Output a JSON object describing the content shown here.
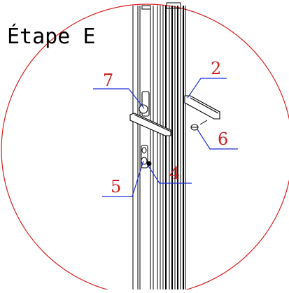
{
  "title": "Étape E",
  "callouts": [
    {
      "id": "c2",
      "label": "2"
    },
    {
      "id": "c4",
      "label": "4"
    },
    {
      "id": "c5",
      "label": "5"
    },
    {
      "id": "c6",
      "label": "6"
    },
    {
      "id": "c7",
      "label": "7"
    }
  ],
  "colors": {
    "circle": "#d81e1e",
    "leader": "#1f2fd6",
    "label": "#cc1f1f",
    "drawing": "#000000"
  }
}
